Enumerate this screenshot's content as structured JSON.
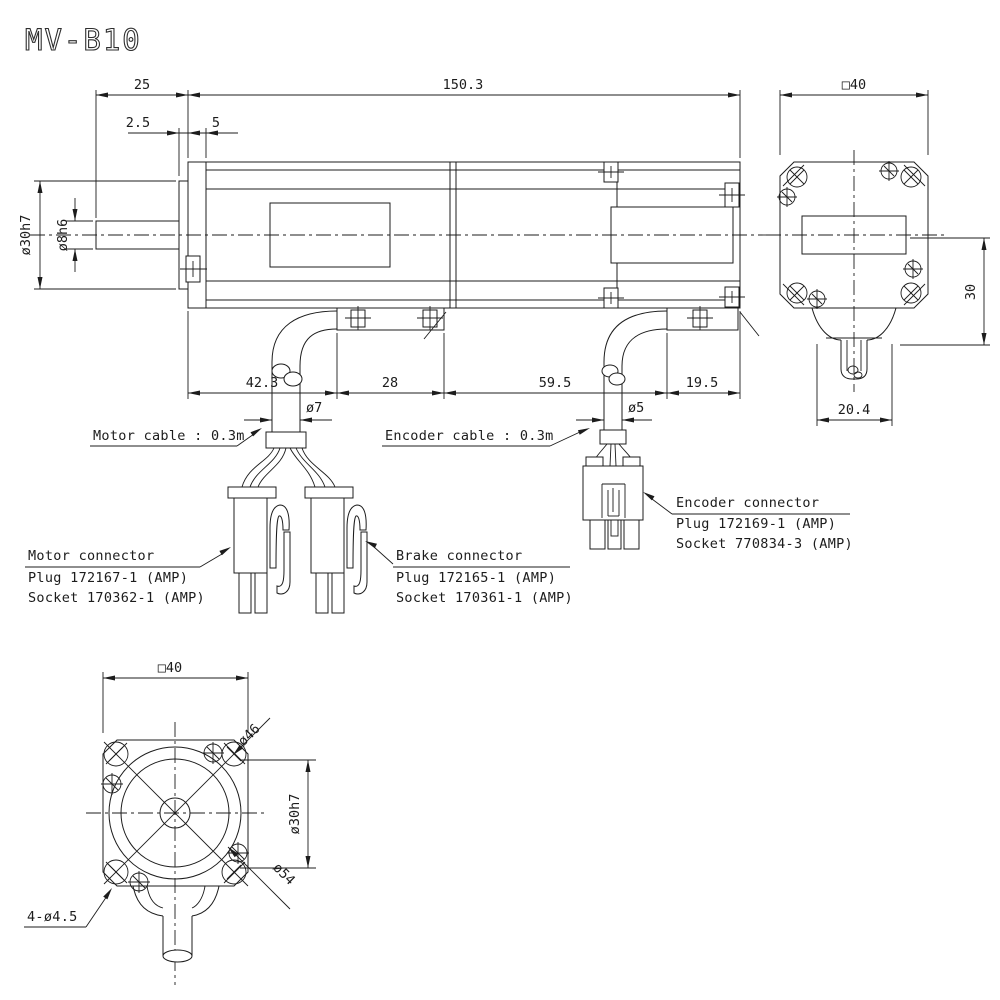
{
  "title": "MV-B10",
  "colors": {
    "line": "#1c1c1c",
    "background": "#ffffff"
  },
  "side_view": {
    "dim_25": "25",
    "dim_150_3": "150.3",
    "dim_2_5": "2.5",
    "dim_5": "5",
    "dim_pilot_dia": "ø30h7",
    "dim_shaft_dia": "ø8h6",
    "dim_42_3": "42.3",
    "dim_28": "28",
    "dim_59_5": "59.5",
    "dim_19_5": "19.5",
    "dim_motor_cable_dia": "ø7",
    "dim_encoder_cable_dia": "ø5",
    "motor_cable_label": "Motor cable : 0.3m",
    "encoder_cable_label": "Encoder cable : 0.3m"
  },
  "connector_labels": {
    "motor": {
      "title": "Motor connector",
      "plug": "Plug 172167-1 (AMP)",
      "socket": "Socket 170362-1 (AMP)"
    },
    "brake": {
      "title": "Brake connector",
      "plug": "Plug 172165-1 (AMP)",
      "socket": "Socket 170361-1 (AMP)"
    },
    "encoder": {
      "title": "Encoder connector",
      "plug": "Plug 172169-1 (AMP)",
      "socket": "Socket 770834-3 (AMP)"
    }
  },
  "rear_view": {
    "dim_width": "□40",
    "dim_30": "30",
    "dim_20_4": "20.4"
  },
  "front_view": {
    "dim_width": "□40",
    "dim_bolt_circle": "ø46",
    "dim_corner_circle": "ø54",
    "dim_pilot": "ø30h7",
    "dim_holes": "4-ø4.5"
  }
}
